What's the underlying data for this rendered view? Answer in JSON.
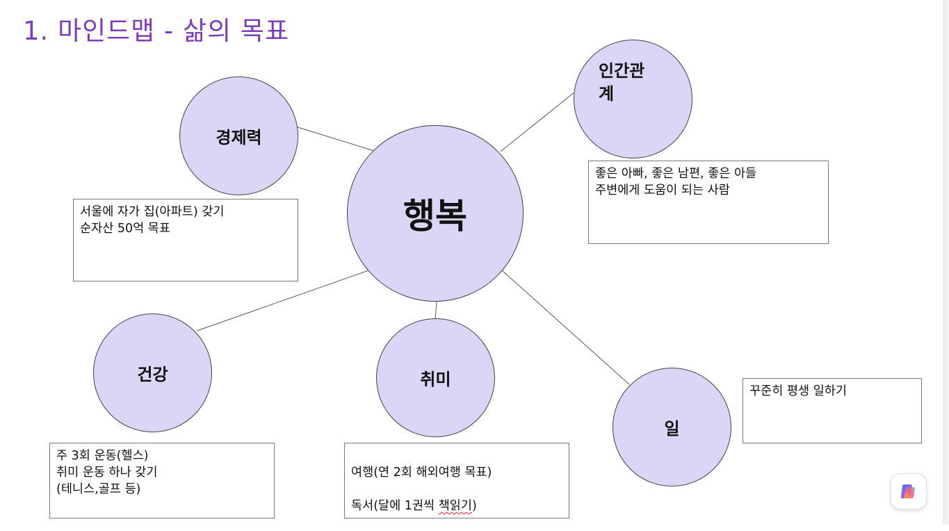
{
  "title": "1. 마인드맵 - 삶의 목표",
  "nodes": {
    "center": "행복",
    "economy": "경제력",
    "relations": "인간관\n계",
    "health": "건강",
    "hobby": "취미",
    "work": "일"
  },
  "notes": {
    "economy": "서울에 자가 집(아파트) 갖기\n순자산 50억 목표",
    "relations": "좋은 아빠, 좋은 남편, 좋은 아들\n주변에게 도움이 되는 사람",
    "health": "주 3회 운동(헬스)\n취미 운동 하나 갖기\n(테니스,골프 등)",
    "hobby_line1": "여행(연 2회 해외여행 목표)",
    "hobby_line2_prefix": "독서(달에 1권씩 ",
    "hobby_line2_error": "책읽기",
    "hobby_line2_suffix": ")",
    "work": "꾸준히 평생 일하기"
  },
  "colors": {
    "title": "#7a3fb5",
    "node_fill": "#dcd5f6",
    "node_stroke": "#3f3f46",
    "connector": "#555555"
  },
  "icons": {
    "assistant": "copilot-icon"
  }
}
